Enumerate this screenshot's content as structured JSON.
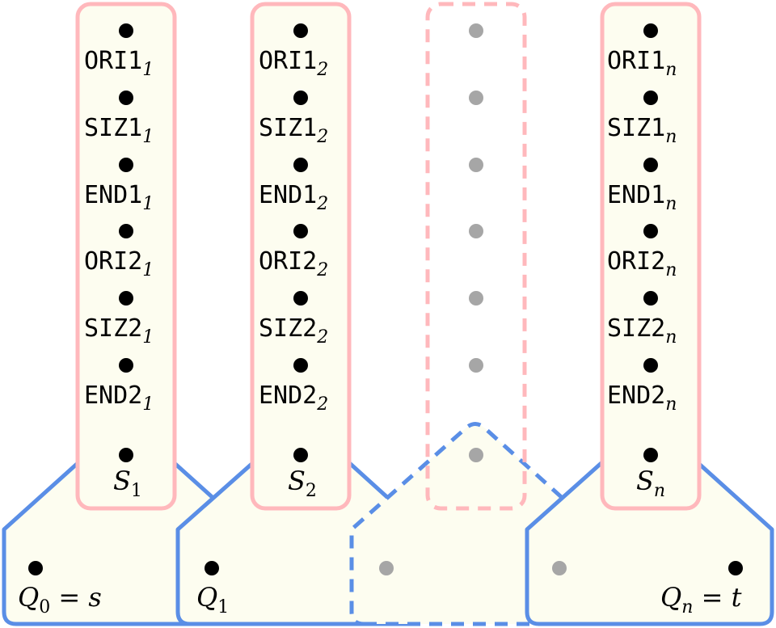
{
  "colors": {
    "fill": "#fdfdf0",
    "column_border": "#ffb8bc",
    "house_border": "#5a8ee6",
    "dot_active": "#000000",
    "dot_inactive": "#a6a6a6"
  },
  "columns": [
    {
      "dashed": false,
      "vertex_labels": [
        {
          "text": "ORI1",
          "sub": "1"
        },
        {
          "text": "SIZ1",
          "sub": "1"
        },
        {
          "text": "END1",
          "sub": "1"
        },
        {
          "text": "ORI2",
          "sub": "1"
        },
        {
          "text": "SIZ2",
          "sub": "1"
        },
        {
          "text": "END2",
          "sub": "1"
        }
      ],
      "s_label": {
        "text": "S",
        "sub": "1"
      }
    },
    {
      "dashed": false,
      "vertex_labels": [
        {
          "text": "ORI1",
          "sub": "2"
        },
        {
          "text": "SIZ1",
          "sub": "2"
        },
        {
          "text": "END1",
          "sub": "2"
        },
        {
          "text": "ORI2",
          "sub": "2"
        },
        {
          "text": "SIZ2",
          "sub": "2"
        },
        {
          "text": "END2",
          "sub": "2"
        }
      ],
      "s_label": {
        "text": "S",
        "sub": "2"
      }
    },
    {
      "dashed": true,
      "vertex_labels": [],
      "s_label": null
    },
    {
      "dashed": false,
      "vertex_labels": [
        {
          "text": "ORI1",
          "sub": "n"
        },
        {
          "text": "SIZ1",
          "sub": "n"
        },
        {
          "text": "END1",
          "sub": "n"
        },
        {
          "text": "ORI2",
          "sub": "n"
        },
        {
          "text": "SIZ2",
          "sub": "n"
        },
        {
          "text": "END2",
          "sub": "n"
        }
      ],
      "s_label": {
        "text": "S",
        "sub": "n"
      }
    }
  ],
  "houses": [
    {
      "dashed": false,
      "label": {
        "text": "Q",
        "sub": "0",
        "suffix": " = s"
      }
    },
    {
      "dashed": false,
      "label": {
        "text": "Q",
        "sub": "1",
        "suffix": ""
      }
    },
    {
      "dashed": true,
      "label": null
    },
    {
      "dashed": false,
      "label": {
        "text": "Q",
        "sub": "n",
        "suffix": " = t"
      }
    }
  ]
}
